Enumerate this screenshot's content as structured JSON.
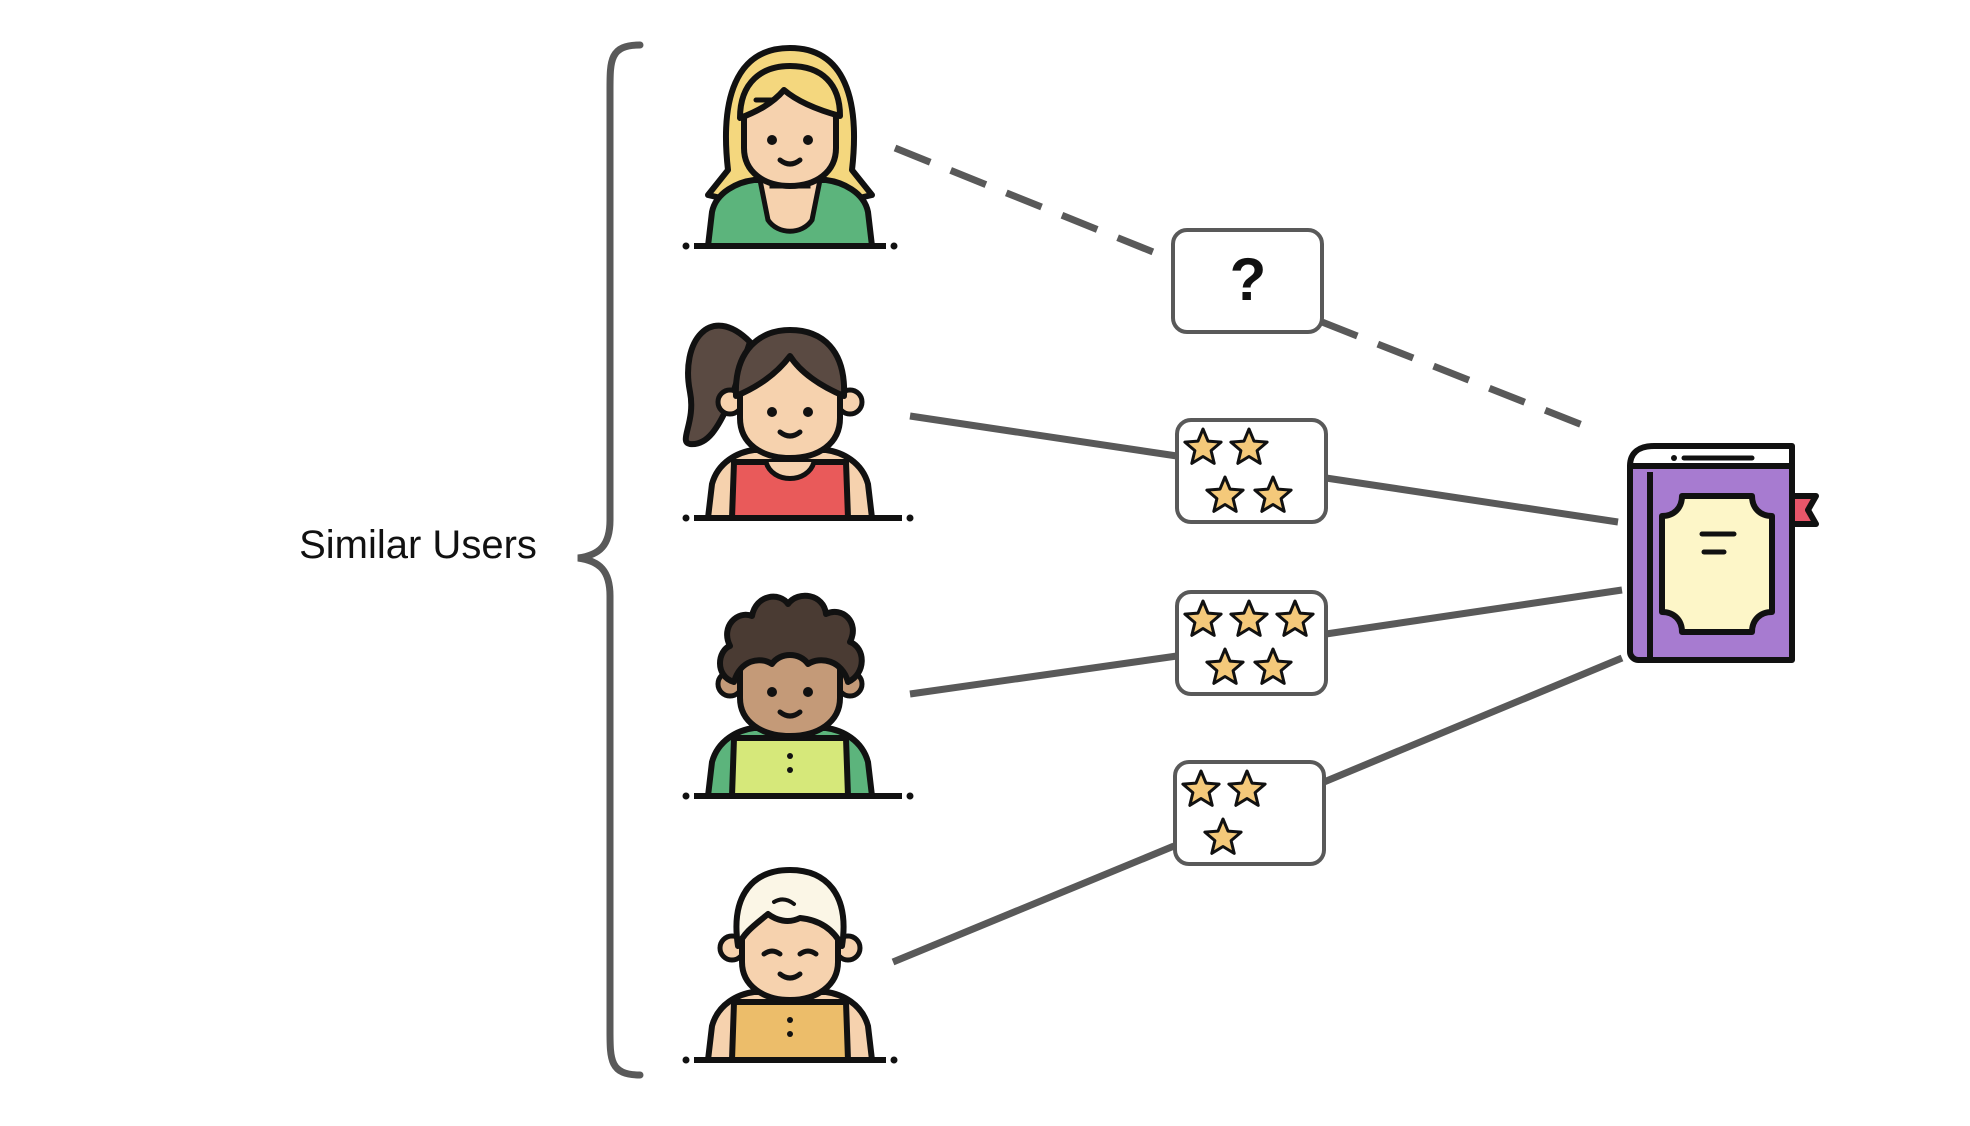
{
  "group_label": "Similar Users",
  "unknown_rating_symbol": "?",
  "users": [
    {
      "id": "user-1",
      "hair": "#f4d77e",
      "skin": "#f6d2ae",
      "shirt": "#5cb47c",
      "rating_stars": null
    },
    {
      "id": "user-2",
      "hair": "#5a4a42",
      "skin": "#f6d2ae",
      "shirt": "#e95a5a",
      "rating_stars": 4
    },
    {
      "id": "user-3",
      "hair": "#4a3b33",
      "skin": "#c49a78",
      "shirt": "#d6e87a",
      "rating_stars": 5
    },
    {
      "id": "user-4",
      "hair": "#fbf6e6",
      "skin": "#f6d2ae",
      "shirt": "#ecbd6a",
      "rating_stars": 3
    }
  ],
  "colors": {
    "line": "#595959",
    "star_fill": "#f4c97a",
    "outline": "#111111",
    "book_cover": "#a77bd0",
    "book_page": "#fdf6c8",
    "bookmark": "#e8566a"
  }
}
